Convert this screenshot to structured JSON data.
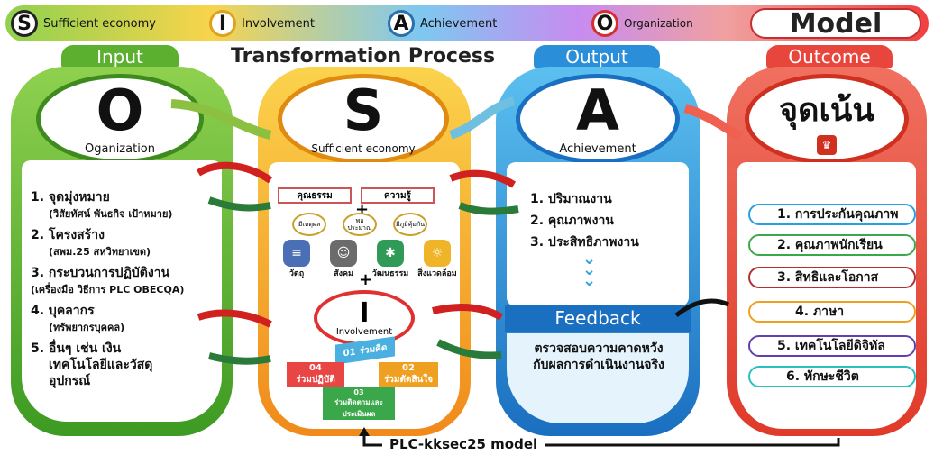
{
  "banner": {
    "s_letter": "S",
    "s_text": "Sufficient economy",
    "i_letter": "I",
    "i_text": "Involvement",
    "a_letter": "A",
    "a_text": "Achievement",
    "o_letter": "O",
    "o_text": "Organization",
    "model": "Model"
  },
  "headers": {
    "input": "Input",
    "process": "Transformation Process",
    "output": "Output",
    "outcome": "Outcome"
  },
  "input": {
    "letter": "O",
    "caption": "Oganization",
    "items": [
      {
        "title": "1. จุดมุ่งหมาย",
        "sub": "(วิสัยทัศน์ พันธกิจ เป้าหมาย)"
      },
      {
        "title": "2. โครงสร้าง",
        "sub": "(สพม.25 สหวิทยาเขต)"
      },
      {
        "title": "3. กระบวนการปฏิบัติงาน",
        "sub": "(เครื่องมือ วิธีการ PLC OBECQA)"
      },
      {
        "title": "4. บุคลากร",
        "sub": "(ทรัพยากรบุคคล)"
      },
      {
        "title": "5. อื่นๆ เช่น เงิน",
        "sub": ""
      },
      {
        "title": "เทคโนโลยีและวัสดุ",
        "sub": ""
      },
      {
        "title": "อุปกรณ์",
        "sub": ""
      }
    ]
  },
  "process": {
    "s_letter": "S",
    "s_caption": "Sufficient economy",
    "tags": [
      "คุณธรรม",
      "ความรู้"
    ],
    "ovals": [
      "มีเหตุผล",
      "พอประมาณ",
      "มีภูมิคุ้มกัน"
    ],
    "hexes": [
      {
        "label": "วัตถุ",
        "icon": "≡",
        "color": "#4a6fb5"
      },
      {
        "label": "สังคม",
        "icon": "☺",
        "color": "#6b6b6b"
      },
      {
        "label": "วัฒนธรรม",
        "icon": "✱",
        "color": "#2f9b57"
      },
      {
        "label": "สิ่งแวดล้อม",
        "icon": "☼",
        "color": "#f0b429"
      }
    ],
    "i_letter": "I",
    "i_caption": "Involvement",
    "steps": [
      {
        "num": "01",
        "text": "ร่วมคิด"
      },
      {
        "num": "04",
        "text": "ร่วมปฏิบัติ"
      },
      {
        "num": "02",
        "text": "ร่วมตัดสินใจ"
      },
      {
        "num": "03",
        "text": "ร่วมติดตามและประเมินผล"
      }
    ]
  },
  "output": {
    "letter": "A",
    "caption": "Achievement",
    "items": [
      "1. ปริมาณงาน",
      "2. คุณภาพงาน",
      "3. ประสิทธิภาพงาน"
    ],
    "feedback_title": "Feedback",
    "feedback_lines": [
      "ตรวจสอบความคาดหวัง",
      "กับผลการดำเนินงานจริง"
    ]
  },
  "outcome": {
    "title": "จุดเน้น",
    "items": [
      "1. การประกันคุณภาพ",
      "2. คุณภาพนักเรียน",
      "3. สิทธิและโอกาส",
      "4. ภาษา",
      "5. เทคโนโลยีดิจิทัล",
      "6. ทักษะชีวิต"
    ]
  },
  "footer": {
    "model_name": "PLC-kksec25 model"
  },
  "colors": {
    "input": "#5cb030",
    "process": "#f5a623",
    "output": "#2a8fd8",
    "outcome": "#e8453c"
  }
}
